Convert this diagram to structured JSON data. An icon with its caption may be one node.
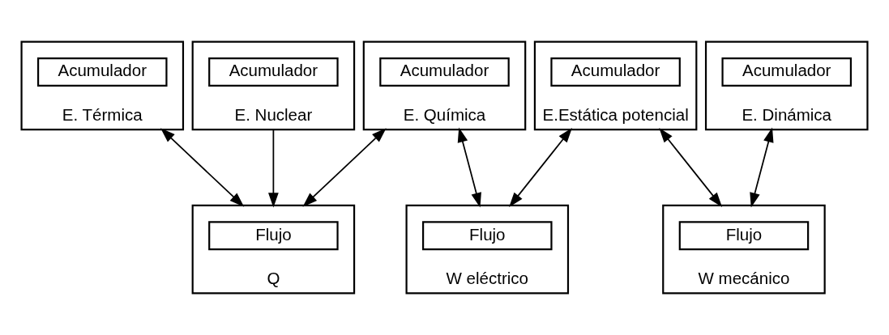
{
  "diagram": {
    "nodes": [
      {
        "text": [
          "E. Térmica"
        ]
      },
      {
        "text": [
          "Acumulador"
        ],
        "in": 0
      },
      {
        "text": [
          "E. Nuclear"
        ]
      },
      {
        "text": [
          "Acumulador"
        ],
        "in": 2
      },
      {
        "text": [
          "E. Química"
        ]
      },
      {
        "text": [
          "Acumulador"
        ],
        "in": 4
      },
      {
        "text": [
          "E.Estática potencial"
        ]
      },
      {
        "text": [
          "Acumulador"
        ],
        "in": 6
      },
      {
        "text": [
          "E. Dinámica"
        ]
      },
      {
        "text": [
          "Acumulador"
        ],
        "in": 8
      },
      {
        "text": [
          "Q"
        ]
      },
      {
        "text": [
          "Flujo"
        ],
        "in": 10
      },
      {
        "text": [
          "W eléctrico"
        ]
      },
      {
        "text": [
          "Flujo"
        ],
        "in": 12
      },
      {
        "text": [
          "W mecánico"
        ]
      },
      {
        "text": [
          "Flujo"
        ],
        "in": 14
      }
    ],
    "edges": [
      {
        "from": 0,
        "to": 10,
        "arrow": "both"
      },
      {
        "from": 2,
        "to": 10,
        "arrow": "to"
      },
      {
        "from": 4,
        "to": 10,
        "arrow": "both"
      },
      {
        "from": 4,
        "to": 12,
        "arrow": "both"
      },
      {
        "from": 6,
        "to": 12,
        "arrow": "both"
      },
      {
        "from": 6,
        "to": 14,
        "arrow": "both"
      },
      {
        "from": 8,
        "to": 14,
        "arrow": "both"
      }
    ]
  }
}
